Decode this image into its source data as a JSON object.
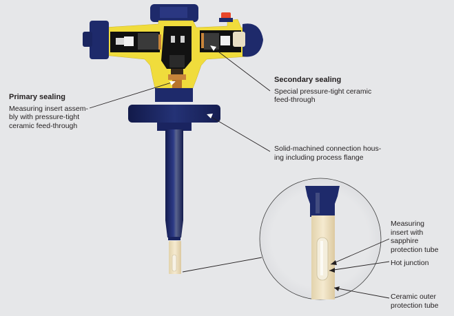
{
  "figure": {
    "subject": "Thermocouple assembly with ceramic feed-throughs, cutaway view",
    "colors": {
      "background": "#e6e7e9",
      "housing_blue": "#1e2a6b",
      "cutaway_yellow": "#f0dc3c",
      "ceramic": "#efe2bf",
      "brass": "#c8843a",
      "cap_red": "#e8462a",
      "leader_line": "#231f20"
    }
  },
  "labels": {
    "primary": {
      "title": "Primary sealing",
      "body": "Measuring insert assem-\nbly with pressure-tight\nceramic feed-through"
    },
    "secondary": {
      "title": "Secondary sealing",
      "body": "Special pressure-tight ceramic\nfeed-through"
    },
    "housing": {
      "body": "Solid-machined connection hous-\ning including process flange"
    },
    "insert": {
      "body": "Measuring\ninsert with\nsapphire\nprotection tube"
    },
    "hot_junction": {
      "body": "Hot junction"
    },
    "outer_tube": {
      "body": "Ceramic outer\nprotection tube"
    }
  }
}
